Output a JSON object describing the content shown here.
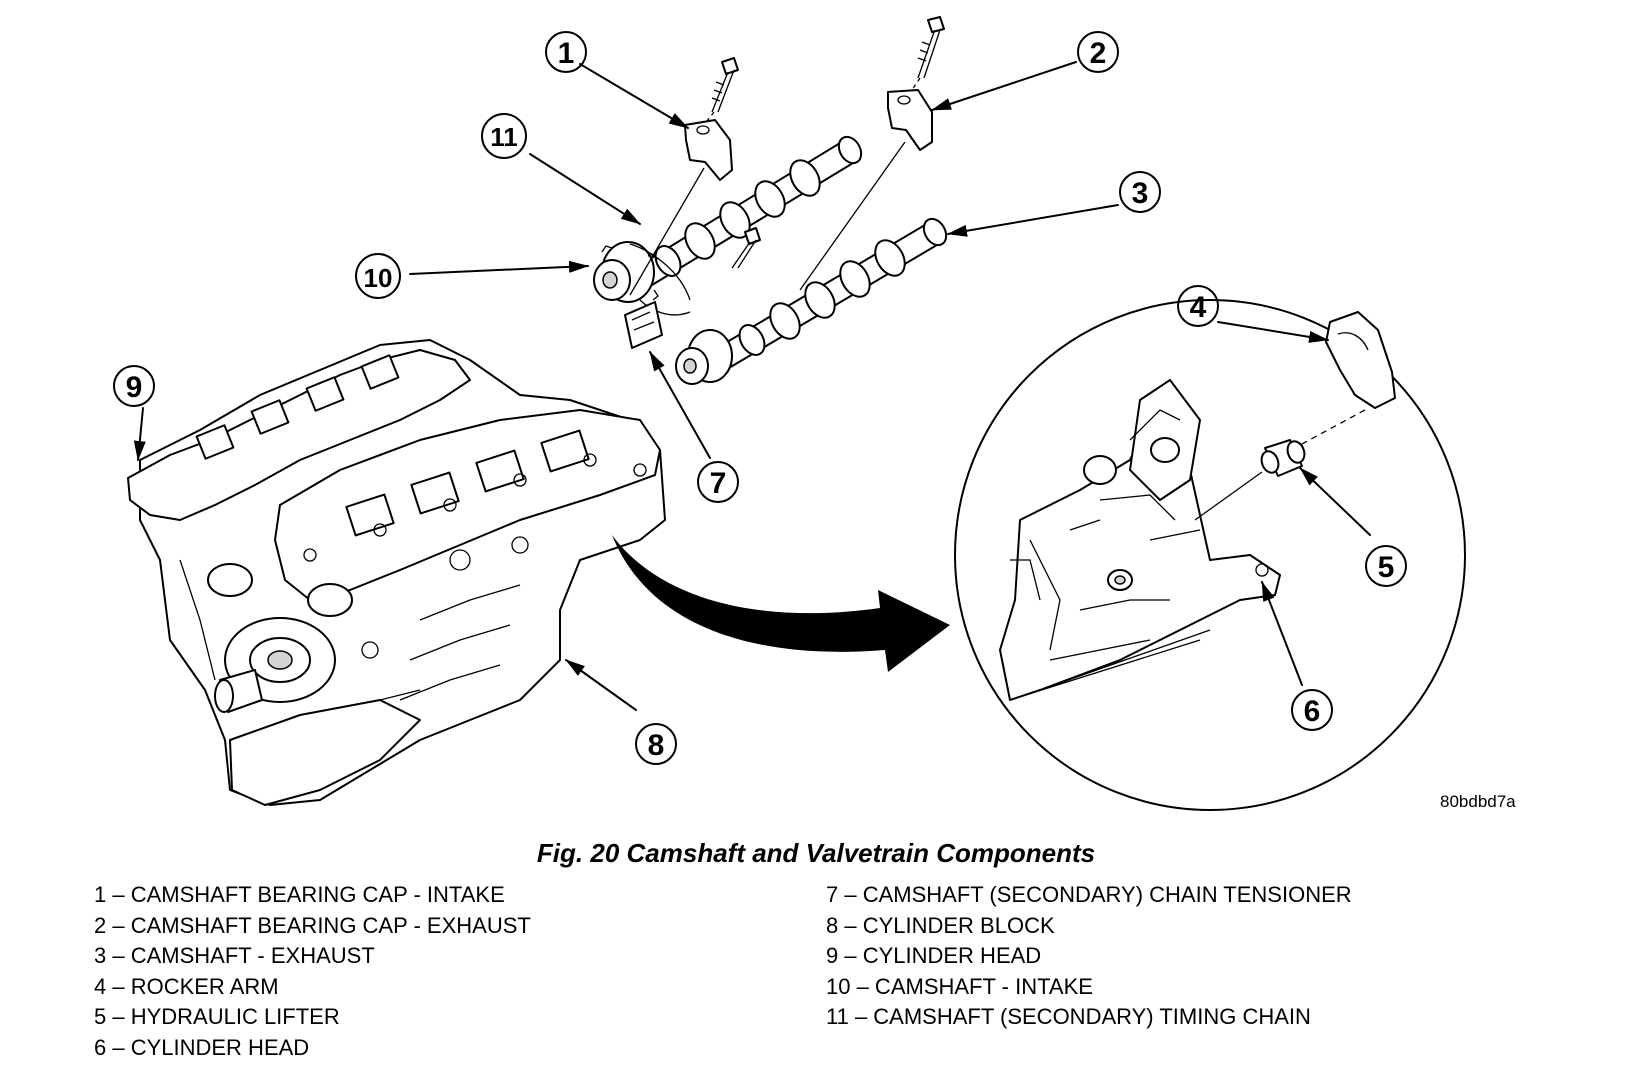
{
  "figure": {
    "title": "Fig. 20 Camshaft and Valvetrain Components",
    "image_code": "80bdbd7a"
  },
  "callouts": [
    "1",
    "2",
    "3",
    "4",
    "5",
    "6",
    "7",
    "8",
    "9",
    "10",
    "11"
  ],
  "legend": {
    "left": [
      "1 – CAMSHAFT BEARING CAP - INTAKE",
      "2 – CAMSHAFT BEARING CAP - EXHAUST",
      "3 – CAMSHAFT - EXHAUST",
      "4 – ROCKER ARM",
      "5 – HYDRAULIC LIFTER",
      "6 – CYLINDER HEAD"
    ],
    "right": [
      "7 – CAMSHAFT (SECONDARY) CHAIN TENSIONER",
      "8 – CYLINDER BLOCK",
      "9 – CYLINDER HEAD",
      "10 – CAMSHAFT - INTAKE",
      "11 – CAMSHAFT (SECONDARY) TIMING CHAIN"
    ]
  },
  "colors": {
    "ink": "#000000",
    "paper": "#ffffff"
  }
}
